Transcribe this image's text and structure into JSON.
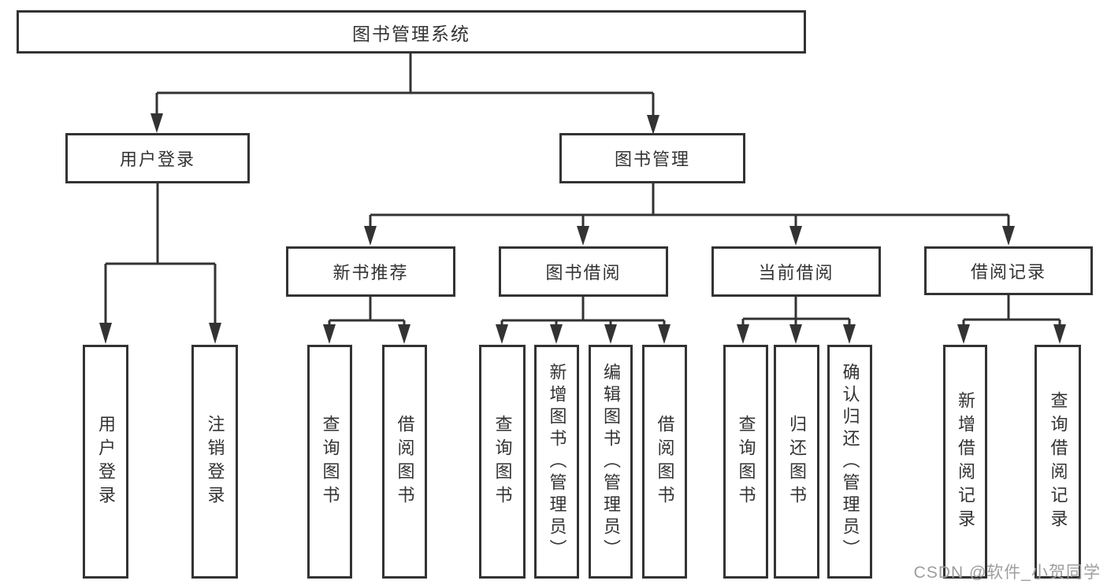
{
  "tree": {
    "label": "图书管理系统",
    "children": [
      {
        "label": "用户登录",
        "children": [
          {
            "label": "用户登录"
          },
          {
            "label": "注销登录"
          }
        ]
      },
      {
        "label": "图书管理",
        "children": [
          {
            "label": "新书推荐",
            "children": [
              {
                "label": "查询图书"
              },
              {
                "label": "借阅图书"
              }
            ]
          },
          {
            "label": "图书借阅",
            "children": [
              {
                "label": "查询图书"
              },
              {
                "label": "新增图书（管理员）"
              },
              {
                "label": "编辑图书（管理员）"
              },
              {
                "label": "借阅图书"
              }
            ]
          },
          {
            "label": "当前借阅",
            "children": [
              {
                "label": "查询图书"
              },
              {
                "label": "归还图书"
              },
              {
                "label": "确认归还（管理员）"
              }
            ]
          },
          {
            "label": "借阅记录",
            "children": [
              {
                "label": "新增借阅记录"
              },
              {
                "label": "查询借阅记录"
              }
            ]
          }
        ]
      }
    ]
  },
  "watermark": {
    "text": "CSDN @软件_小贺同学",
    "color": "#9e9e9e"
  },
  "colors": {
    "line": "#333333",
    "border": "#333333",
    "text": "#333333",
    "background": "#ffffff"
  }
}
